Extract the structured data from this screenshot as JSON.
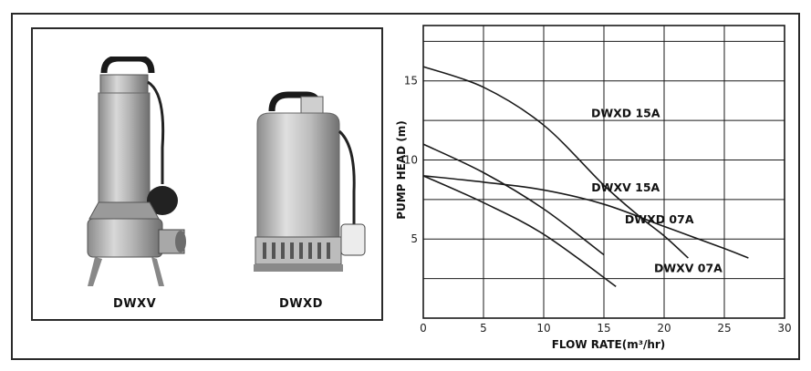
{
  "products": [
    {
      "caption": "DWXV",
      "icon": "pump-dwxv-icon"
    },
    {
      "caption": "DWXD",
      "icon": "pump-dwxd-icon"
    }
  ],
  "chart_data": {
    "type": "line",
    "xlabel": "FLOW RATE(m³/hr)",
    "ylabel": "PUMP HEAD (m)",
    "xlim": [
      0,
      30
    ],
    "ylim": [
      0,
      18.5
    ],
    "xticks": [
      0,
      5,
      10,
      15,
      20,
      25,
      30
    ],
    "yticks": [
      5,
      10,
      15
    ],
    "grid": true,
    "series": [
      {
        "name": "DWXD 15A",
        "x": [
          0,
          5,
          10,
          15,
          18,
          20,
          22
        ],
        "y": [
          15.9,
          14.6,
          12.2,
          8.4,
          6.4,
          5.2,
          3.8
        ]
      },
      {
        "name": "DWXV 15A",
        "x": [
          0,
          5,
          10,
          15,
          20,
          25,
          27
        ],
        "y": [
          9.0,
          8.6,
          8.1,
          7.2,
          5.8,
          4.4,
          3.8
        ]
      },
      {
        "name": "DWXD 07A",
        "x": [
          0,
          5,
          10,
          15
        ],
        "y": [
          11.0,
          9.2,
          6.9,
          4.0
        ]
      },
      {
        "name": "DWXV 07A",
        "x": [
          0,
          5,
          10,
          16
        ],
        "y": [
          9.0,
          7.3,
          5.3,
          2.0
        ]
      }
    ],
    "colors": {
      "line": "#1a1a1a",
      "grid": "#1a1a1a"
    }
  }
}
